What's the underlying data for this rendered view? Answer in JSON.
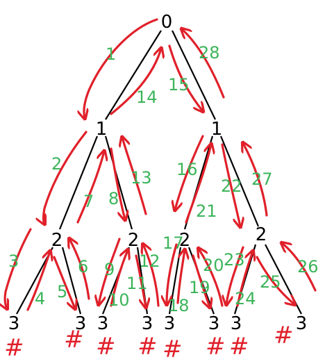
{
  "colors": {
    "node": "#000000",
    "edge": "#000000",
    "step": "#3cb45a",
    "arrow": "#e0202a",
    "background": "#ffffff"
  },
  "nodes": [
    {
      "id": "n0",
      "label": "0"
    },
    {
      "id": "n1a",
      "label": "1"
    },
    {
      "id": "n1b",
      "label": "1"
    },
    {
      "id": "n2a",
      "label": "2"
    },
    {
      "id": "n2b",
      "label": "2"
    },
    {
      "id": "n2c",
      "label": "2"
    },
    {
      "id": "n2d",
      "label": "2"
    },
    {
      "id": "n3a",
      "label": "3"
    },
    {
      "id": "n3b",
      "label": "3"
    },
    {
      "id": "n3c",
      "label": "3"
    },
    {
      "id": "n3d",
      "label": "3"
    },
    {
      "id": "n3e",
      "label": "3"
    },
    {
      "id": "n3f",
      "label": "3"
    },
    {
      "id": "n3g",
      "label": "3"
    },
    {
      "id": "n3h",
      "label": "3"
    }
  ],
  "steps": [
    "1",
    "2",
    "3",
    "4",
    "5",
    "6",
    "7",
    "8",
    "9",
    "10",
    "11",
    "12",
    "13",
    "14",
    "15",
    "16",
    "17",
    "18",
    "19",
    "20",
    "21",
    "22",
    "23",
    "24",
    "25",
    "26",
    "27",
    "28"
  ],
  "leaf_marks": [
    "#",
    "#",
    "#",
    "#",
    "#",
    "#",
    "#",
    "#"
  ]
}
